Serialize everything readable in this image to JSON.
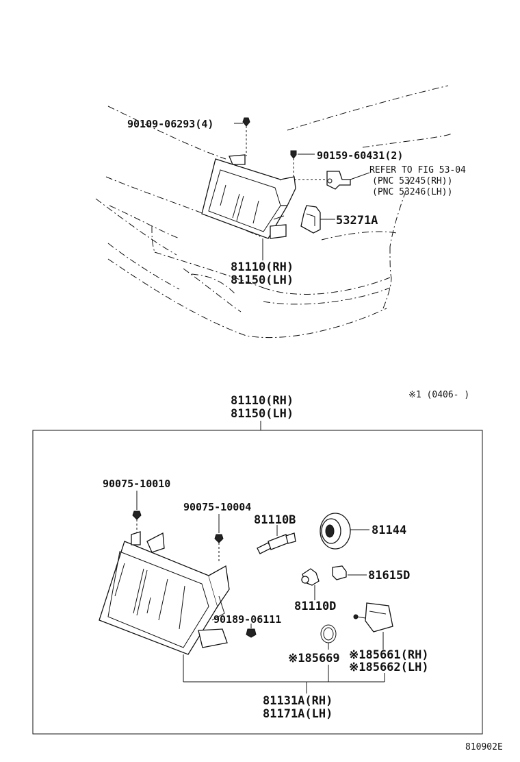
{
  "top": {
    "bolt_label": "90109-06293(4)",
    "screw_label": "90159-60431(2)",
    "refer_line1": "REFER TO FIG 53-04",
    "refer_line2": "(PNC 53245(RH))",
    "refer_line3": "(PNC 53246(LH))",
    "bracket_label": "53271A",
    "headlamp_rh": "81110(RH)",
    "headlamp_lh": "81150(LH)"
  },
  "detail": {
    "title_rh": "81110(RH)",
    "title_lh": "81150(LH)",
    "note": "※1 (0406-      )",
    "part_90075_10010": "90075-10010",
    "part_90075_10004": "90075-10004",
    "part_81110B": "81110B",
    "part_81144": "81144",
    "part_81615D": "81615D",
    "part_81110D": "81110D",
    "part_90189_06111": "90189-06111",
    "part_85669": "※185669",
    "part_85661": "※185661(RH)",
    "part_85662": "※185662(LH)",
    "unit_rh": "81131A(RH)",
    "unit_lh": "81171A(LH)"
  },
  "figure_code": "810902E"
}
